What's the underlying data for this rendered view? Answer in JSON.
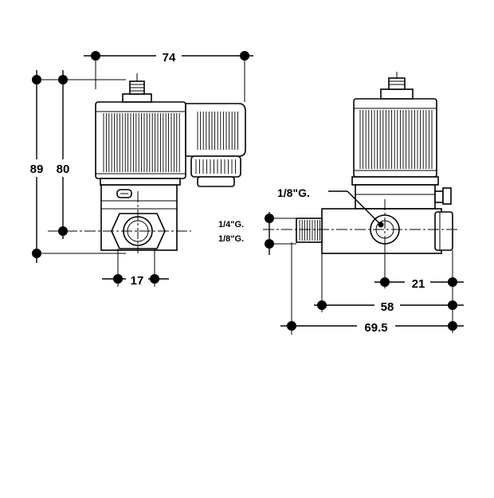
{
  "drawing": {
    "front_view": {
      "dimensions": {
        "width_top": "74",
        "height_total": "89",
        "height_center": "80",
        "port_width": "17"
      }
    },
    "side_view": {
      "labels": {
        "pilot_port": "1/8\"G.",
        "port_a": "1/4\"G.",
        "port_b": "1/8\"G."
      },
      "dimensions": {
        "offset_21": "21",
        "length_58": "58",
        "length_69_5": "69.5"
      }
    }
  }
}
